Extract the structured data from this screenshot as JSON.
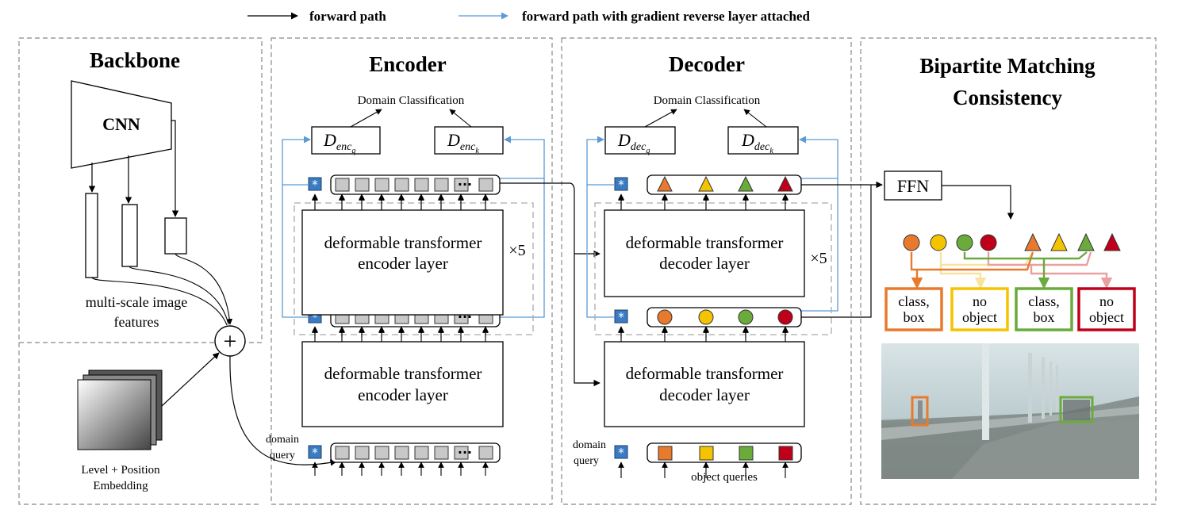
{
  "legend": {
    "forward": "forward path",
    "forward_grl": "forward path with gradient reverse layer attached"
  },
  "backbone": {
    "title": "Backbone",
    "cnn": "CNN",
    "features_line1": "multi-scale image",
    "features_line2": "features",
    "embed_line1": "Level + Position",
    "embed_line2": "Embedding",
    "plus": "+"
  },
  "encoder": {
    "title": "Encoder",
    "domain_cls": "Domain Classification",
    "d_q": "D",
    "d_q_sub": "enc",
    "d_q_subsub": "q",
    "d_k": "D",
    "d_k_sub": "enc",
    "d_k_subsub": "k",
    "layer_line1": "deformable transformer",
    "layer_line2": "encoder layer",
    "repeat": "×5",
    "domain_query_line1": "domain",
    "domain_query_line2": "query",
    "token_star": "*",
    "dots": "···"
  },
  "decoder": {
    "title": "Decoder",
    "domain_cls": "Domain Classification",
    "d_q": "D",
    "d_q_sub": "dec",
    "d_q_subsub": "q",
    "d_k": "D",
    "d_k_sub": "dec",
    "d_k_subsub": "k",
    "layer_line1": "deformable transformer",
    "layer_line2": "decoder layer",
    "repeat": "×5",
    "domain_query_line1": "domain",
    "domain_query_line2": "query",
    "object_queries": "object queries",
    "token_star": "*"
  },
  "matching": {
    "title_line1": "Bipartite Matching",
    "title_line2": "Consistency",
    "ffn": "FFN",
    "box1_line1": "class,",
    "box1_line2": "box",
    "box2_line1": "no",
    "box2_line2": "object",
    "box3_line1": "class,",
    "box3_line2": "box",
    "box4_line1": "no",
    "box4_line2": "object"
  },
  "colors": {
    "orange": "#e87a2e",
    "yellow": "#f5c400",
    "green": "#6aab3c",
    "red": "#c0001a",
    "blue_arrow": "#5b9bd5",
    "query_blue": "#3a7cc4",
    "token_gray": "#c8c8c8"
  }
}
